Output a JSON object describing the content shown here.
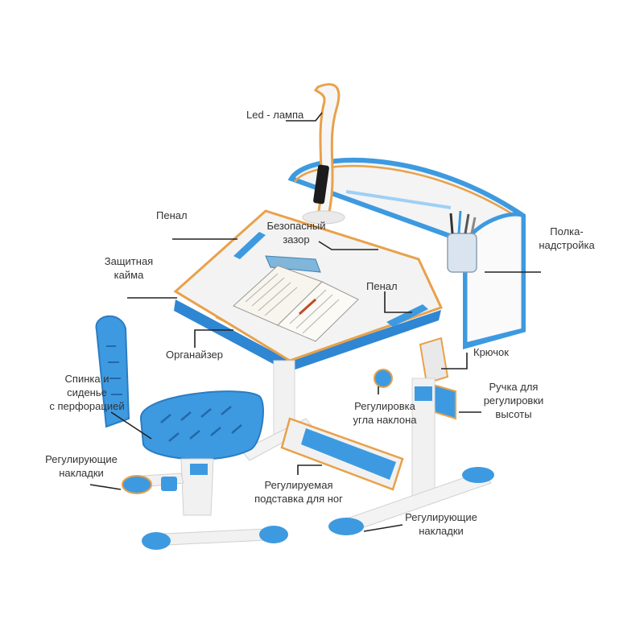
{
  "colors": {
    "accent_blue": "#3d9ae0",
    "dark_blue": "#1f6fb8",
    "callout_orange": "#e8a14a",
    "leader_line": "#222222",
    "frame_white": "#f2f2f2"
  },
  "callouts": {
    "led_lamp": "Led - лампа",
    "pencil_case_left": "Пенал",
    "safe_gap_1": "Безопасный",
    "safe_gap_2": "зазор",
    "protective_edge_1": "Защитная",
    "protective_edge_2": "кайма",
    "pencil_case_right": "Пенал",
    "shelf_1": "Полка-",
    "shelf_2": "надстройка",
    "organizer": "Органайзер",
    "hook": "Крючок",
    "back_seat_1": "Спинка и",
    "back_seat_2": "сиденье",
    "back_seat_3": "с перфорацией",
    "tilt_adjust_1": "Регулировка",
    "tilt_adjust_2": "угла наклона",
    "height_handle_1": "Ручка для",
    "height_handle_2": "регулировки",
    "height_handle_3": "высоты",
    "pads_left_1": "Регулирующие",
    "pads_left_2": "накладки",
    "footrest_1": "Регулируемая",
    "footrest_2": "подставка для ног",
    "pads_right_1": "Регулирующие",
    "pads_right_2": "накладки"
  }
}
